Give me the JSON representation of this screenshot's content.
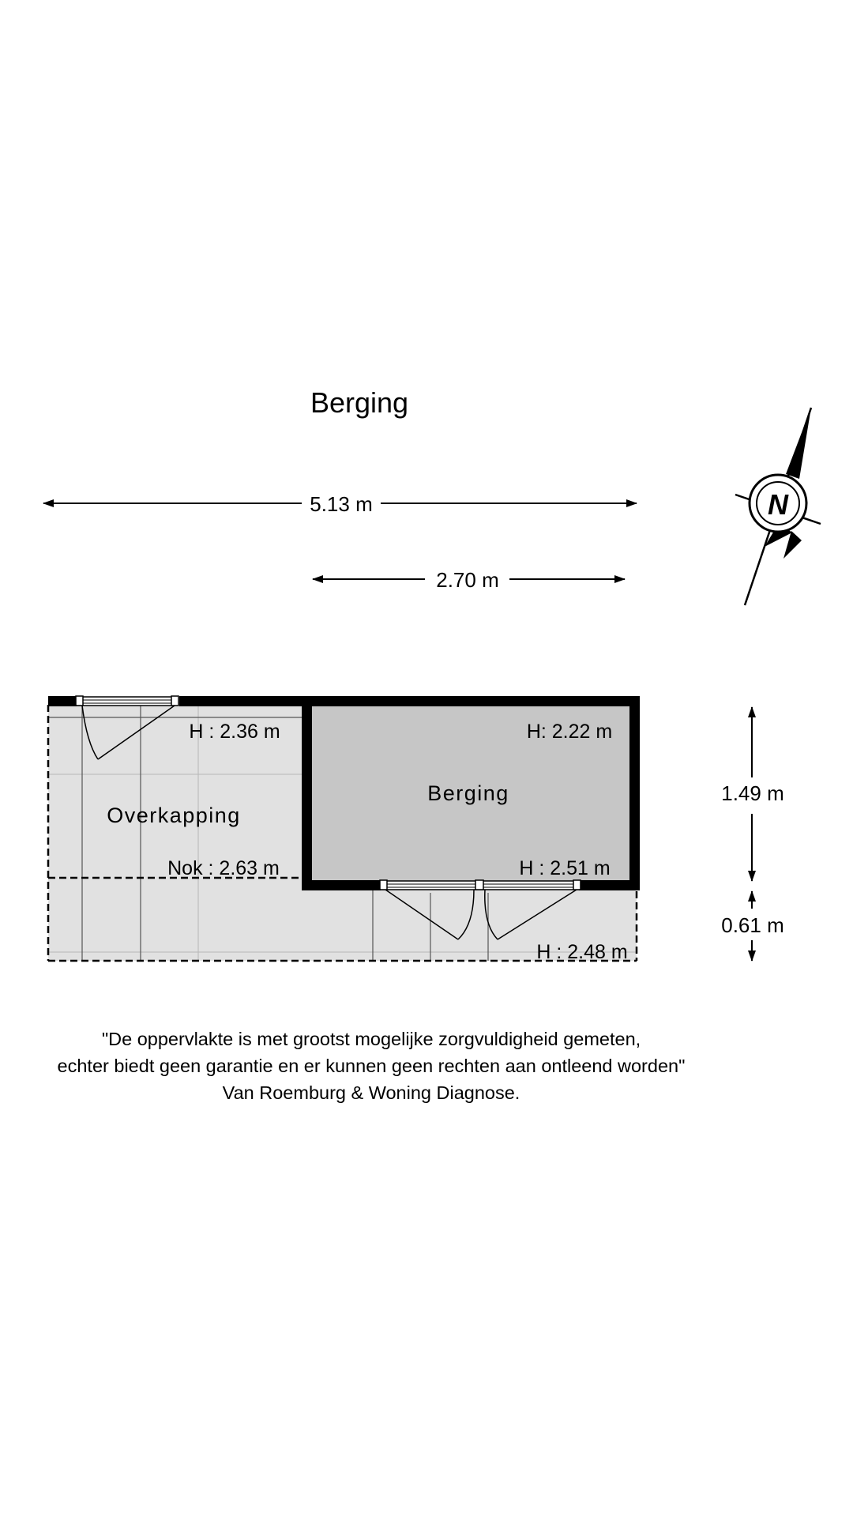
{
  "title": "Berging",
  "dimensions": {
    "total_width": "5.13 m",
    "berging_width": "2.70 m",
    "berging_depth": "1.49 m",
    "overhang_depth": "0.61 m"
  },
  "rooms": {
    "overkapping": "Overkapping",
    "berging": "Berging"
  },
  "heights": {
    "overkapping_h": "H : 2.36 m",
    "overkapping_nok": "Nok : 2.63 m",
    "berging_h_top": "H: 2.22 m",
    "berging_h_bottom": "H : 2.51 m",
    "front_h": "H : 2.48 m"
  },
  "compass": {
    "label": "N",
    "icon": "north-arrow-icon"
  },
  "disclaimer": {
    "line1": "\"De oppervlakte is met grootst mogelijke zorgvuldigheid gemeten,",
    "line2": "echter biedt geen garantie en er kunnen geen rechten aan ontleend worden\"",
    "line3": "Van Roemburg & Woning Diagnose."
  }
}
